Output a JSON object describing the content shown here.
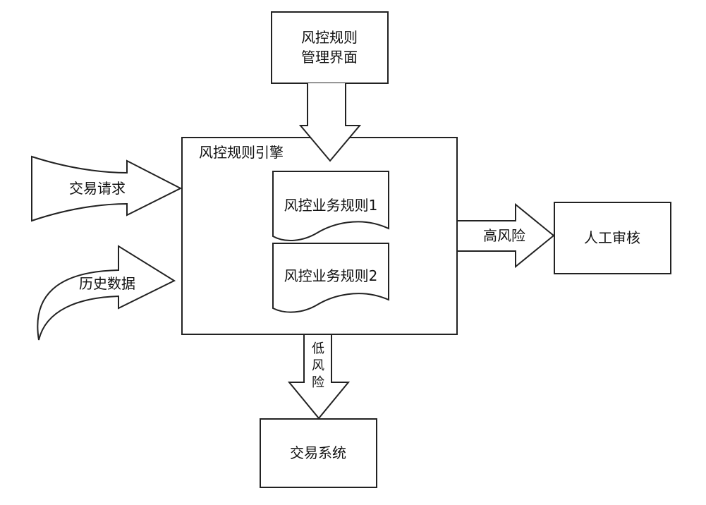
{
  "colors": {
    "stroke": "#222222",
    "fill": "#ffffff",
    "text": "#111111"
  },
  "management": {
    "line1": "风控规则",
    "line2": "管理界面"
  },
  "engine": {
    "title": "风控规则引擎"
  },
  "rules": [
    {
      "label": "风控业务规则1"
    },
    {
      "label": "风控业务规则2"
    }
  ],
  "inputs": {
    "transaction_request": "交易请求",
    "history_data": "历史数据"
  },
  "outputs": {
    "high_risk": "高风险",
    "low_risk_chars": [
      "低",
      "风",
      "险"
    ]
  },
  "manual_review": {
    "label": "人工审核"
  },
  "trading_system": {
    "label": "交易系统"
  }
}
